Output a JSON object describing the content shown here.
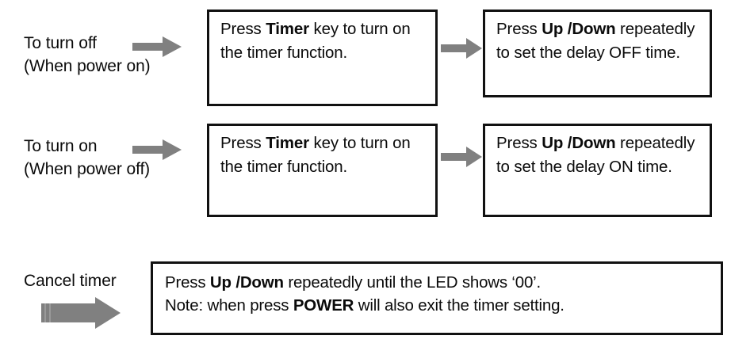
{
  "palette": {
    "arrow_gray": "#808080",
    "border_black": "#111111",
    "text_black": "#0b0b0b",
    "background": "#ffffff"
  },
  "rows": [
    {
      "label_line1": "To turn off",
      "label_line2": "(When power on)",
      "arrow_icon": "right-arrow-icon",
      "step1": {
        "prefix": "Press ",
        "bold": "Timer",
        "suffix": " key to turn on the timer function."
      },
      "arrow2_icon": "right-arrow-icon",
      "step2": {
        "prefix": "Press ",
        "bold": "Up /Down",
        "suffix": " repeatedly to set the delay OFF time."
      }
    },
    {
      "label_line1": "To turn on",
      "label_line2": "(When power off)",
      "arrow_icon": "right-arrow-icon",
      "step1": {
        "prefix": "Press ",
        "bold": "Timer",
        "suffix": " key to turn on the timer function."
      },
      "arrow2_icon": "right-arrow-icon",
      "step2": {
        "prefix": "Press ",
        "bold": "Up /Down",
        "suffix": " repeatedly to set the delay ON time."
      }
    }
  ],
  "cancel": {
    "label": "Cancel timer",
    "arrow_icon": "thick-right-arrow-icon",
    "line1": {
      "prefix": "Press ",
      "bold": "Up /Down",
      "suffix": " repeatedly until the LED shows ‘00’."
    },
    "line2": {
      "prefix": "Note: when press ",
      "bold": "POWER",
      "suffix": " will also exit the timer setting."
    }
  }
}
